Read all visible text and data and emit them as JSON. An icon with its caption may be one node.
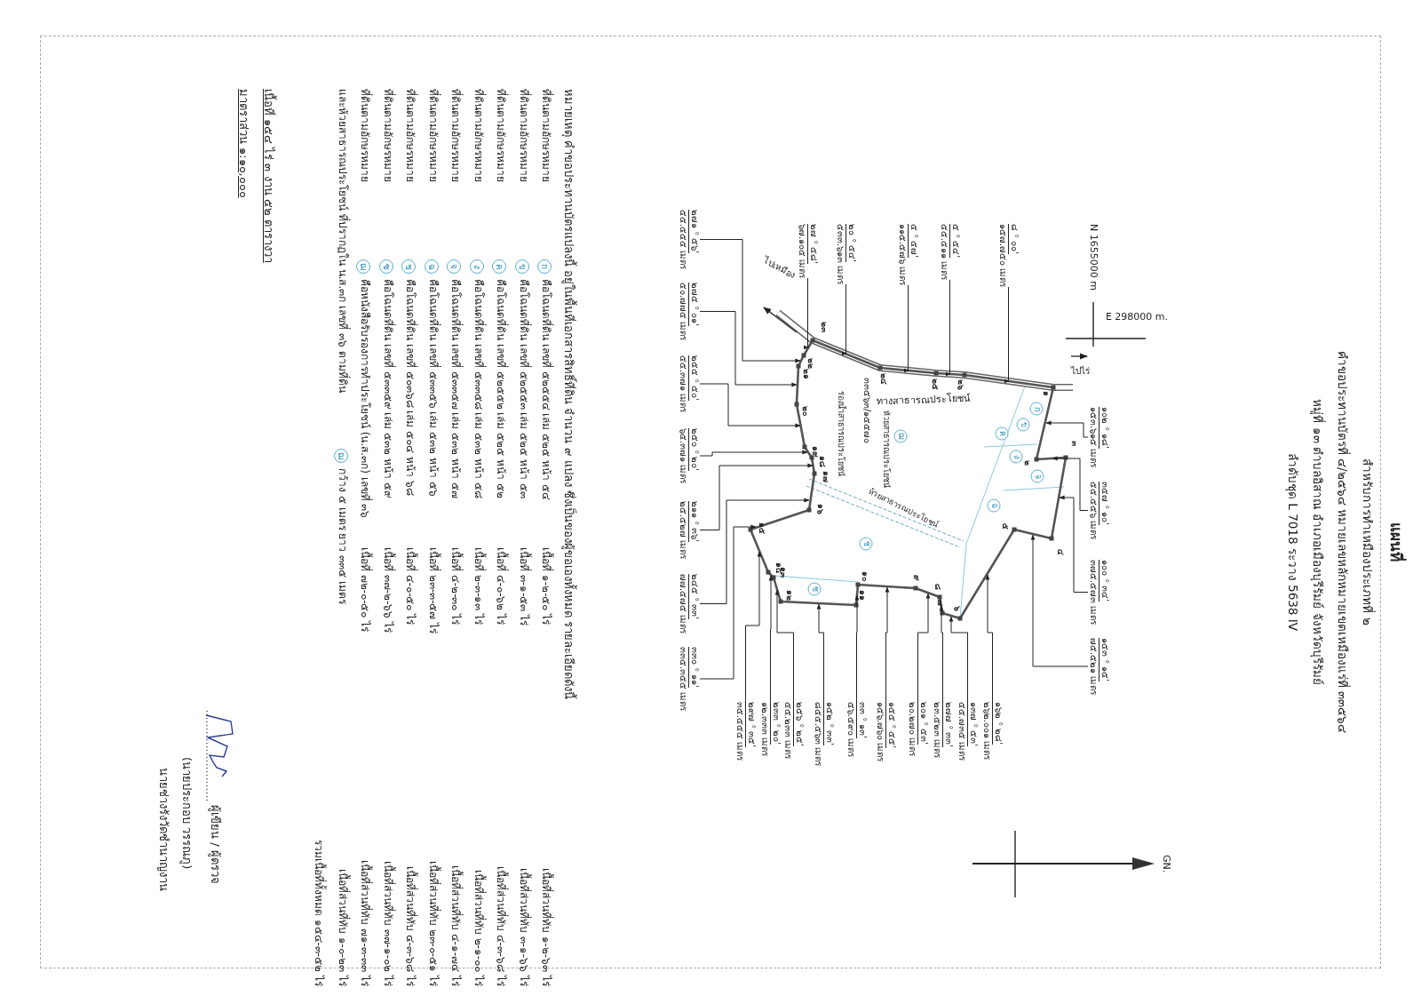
{
  "diagram": {
    "title": "แผนที่",
    "nodes": [
      {
        "text": [
          "๑๐๒ ° ๑๘'",
          "๑๕๓.๖๑๕ เมตร"
        ]
      },
      {
        "text": [
          "๓๕๗ ° ๑๐'",
          "๕๕.๕๕๖ เมตร"
        ]
      },
      {
        "text": [
          "๑๐๐ ° ๓๔'",
          "๓๗๕.๕๗๓ เมตร"
        ]
      },
      {
        "text": [
          "๑๕๓ ° ๑๕'",
          "๗๕.๕๒๑ เมตร"
        ]
      },
      {
        "text": [
          "๑๖๒ ° ๒๘'",
          "๒๖๒.๐๐๑ เมตร"
        ]
      },
      {
        "text": [
          "๑๓๗ ° ๕๓'",
          "๕๕.๗๓๕ เมตร"
        ]
      },
      {
        "text": [
          "๒๗๗ ° ๓๓'",
          "๒๓.๕๒๓ เมตร"
        ]
      },
      {
        "text": [
          "๒๐๑ ° ๕๓'",
          "๒๐.๒๗๐ เมตร"
        ]
      },
      {
        "text": [
          "๑๕๕ ° ๕๕'",
          "๑๕๖.๗๖๐ เมตร"
        ]
      },
      {
        "text": [
          "๓๓ ° ๑๓'",
          "๕๖.๕๙๐ เมตร"
        ]
      },
      {
        "text": [
          "๑๕๒ ° ๓๓'",
          "๘๕๕.๕๖๓ เมตร"
        ]
      },
      {
        "text": [
          "๒๕๖ ° ๒๕'",
          "๕๕.๒๓๓ เมตร"
        ]
      },
      {
        "text": [
          "๒๓๓ ° ๒๐'",
          "๑๒.๓๓๓ เมตร"
        ]
      },
      {
        "text": [
          "๒๙๗ ° ๓๕'",
          "๓๕.๕๕๕ เมตร"
        ]
      },
      {
        "text": [
          "๓๓๐ ° ๑๑'",
          "๓๓๕.๓๕๕ เมตร"
        ]
      },
      {
        "text": [
          "๒๔๕ ° ๓๓'",
          "๗๗.๕๗๕ เมตร"
        ]
      },
      {
        "text": [
          "๒๑๑ ° ๓๖'",
          "๒๕.๕๒๗ เมตร"
        ]
      },
      {
        "text": [
          "๒๕๐ ° ๒๐'",
          "๖๕.๓๗๑ เมตร"
        ]
      },
      {
        "text": [
          "๒๕๕ ° ๕๐'",
          "๕๕.๓๗๑ เมตร"
        ]
      },
      {
        "text": [
          "๒๗๕ ° ๐๑'",
          "๕๐.๗๗๕ เมตร"
        ]
      },
      {
        "text": [
          "๒๗๑ ° ๕๖'",
          "๕๕.๕๕๕ เมตร"
        ]
      },
      {
        "text": [
          "๒๗ ° ๕๘'",
          "๖๗.๑๐๕ เมตร"
        ]
      },
      {
        "text": [
          "๒๐ ° ๕๔'",
          "๕๓๓.๖๑๓ เมตร"
        ]
      },
      {
        "text": [
          "๕ ° ๕๗'",
          "๑๑๕.๕๗๖ เมตร"
        ]
      },
      {
        "text": [
          "๕ ° ๕๔'",
          "๕๕.๕๑๑ เมตร"
        ]
      },
      {
        "text": [
          "๘ ° ๐๐'",
          "๑๕๗.๗๕๐ เมตร"
        ]
      },
      {
        "text": [],
        "shape": "polygon"
      }
    ],
    "edges": [
      {
        "from": 0,
        "to": 26,
        "arrow": "to"
      },
      {
        "from": 1,
        "to": 26,
        "arrow": "to"
      },
      {
        "from": 2,
        "to": 26,
        "arrow": "to"
      },
      {
        "from": 3,
        "to": 26,
        "arrow": "to"
      },
      {
        "from": 4,
        "to": 26,
        "arrow": "to"
      },
      {
        "from": 5,
        "to": 26,
        "arrow": "to"
      },
      {
        "from": 6,
        "to": 26,
        "arrow": "to"
      },
      {
        "from": 7,
        "to": 26,
        "arrow": "to"
      },
      {
        "from": 8,
        "to": 26,
        "arrow": "to"
      },
      {
        "from": 9,
        "to": 26,
        "arrow": "to"
      },
      {
        "from": 10,
        "to": 26,
        "arrow": "to"
      },
      {
        "from": 11,
        "to": 26,
        "arrow": "to"
      },
      {
        "from": 12,
        "to": 26,
        "arrow": "to"
      },
      {
        "from": 13,
        "to": 26,
        "arrow": "to"
      },
      {
        "from": 14,
        "to": 26,
        "arrow": "to"
      },
      {
        "from": 15,
        "to": 26,
        "arrow": "to"
      },
      {
        "from": 16,
        "to": 26,
        "arrow": "to"
      },
      {
        "from": 17,
        "to": 26,
        "arrow": "to"
      },
      {
        "from": 18,
        "to": 26,
        "arrow": "to"
      },
      {
        "from": 19,
        "to": 26,
        "arrow": "to"
      },
      {
        "from": 20,
        "to": 26,
        "arrow": "to"
      },
      {
        "from": 21,
        "to": 26,
        "arrow": "to"
      },
      {
        "from": 22,
        "to": 26,
        "arrow": "to"
      },
      {
        "from": 23,
        "to": 26,
        "arrow": "to"
      },
      {
        "from": 24,
        "to": 26,
        "arrow": "to"
      },
      {
        "from": 25,
        "to": 26,
        "arrow": "to"
      }
    ],
    "labels": [
      "สำหรับการทำเหมืองประเภทที่ ๒",
      "คำขอประทานบัตรที่ ๔/๒๕๖๔ หมายเลขหลักหมายเขตเหมืองแร่ที่ ๓๓๕๖๔",
      "หมู่ที่ ๑๓ ตำบลอิสาณ อำเภอเมืองบุรีรัมย์ จังหวัดบุรีรัมย์",
      "ลำดับชุด L 7018 ระวาง 5638 IV",
      "E 298000 m.",
      "N 1655000 m",
      "GN.",
      "ไปไร่",
      "ทางสาธารณประโยชน์",
      "ไปเหมือง",
      "๓๓๕๖๓/๑๕๕๗๐",
      "ห้วยสาธารณประโยชน์",
      "ร่องน้ำสาธารณประโยชน์",
      "ห้วยสาธารณประโยชน์",
      "๑",
      "๒",
      "๓",
      "๔",
      "๕",
      "๖",
      "๗",
      "๘",
      "๙",
      "๑๐",
      "๑๑",
      "๑๒",
      "๑๓",
      "๑๔",
      "๑๕",
      "๑๖",
      "๑๗",
      "๑๘",
      "๑๙",
      "๒๐",
      "๒๑",
      "๒๒",
      "๒๓",
      "๒๔",
      "๒๕",
      "๒๖",
      "ก",
      "ข",
      "ค",
      "ง",
      "จ",
      "ฉ",
      "ช",
      "ซ",
      "ฌ",
      "หมายเหตุ คำขอประทานบัตรแปลงนี้ อยู่ในพื้นที่เอกสารสิทธิ์ที่ดิน จำนวน ๙ แปลง ซึ่งเป็นของผู้ขอเองทั้งหมด รายละเอียดดังนี้",
      "ที่ดินตามอักษรหมาย",
      "ก",
      "คือโฉนดที่ดิน เลขที่ ๕๒๕๕๔ เล่ม ๕๒๕ หน้า ๕๔",
      "เนื้อที่ ๑-๒-๕๐ ไร่",
      "เนื้อที่ส่วนที่ทับ ๑-๒-๖๓ ไร่",
      "ที่ดินตามอักษรหมาย",
      "ข",
      "คือโฉนดที่ดิน เลขที่ ๕๒๕๕๓ เล่ม ๕๒๕ หน้า ๕๓",
      "เนื้อที่ ๓-๑-๕๓ ไร่",
      "เนื้อที่ส่วนที่ทับ ๓-๑-๖๖ ไร่",
      "ที่ดินตามอักษรหมาย",
      "ค",
      "คือโฉนดที่ดิน เลขที่ ๕๒๕๕๒ เล่ม ๕๒๕ หน้า ๕๒",
      "เนื้อที่ ๔-๐-๖๒ ไร่",
      "เนื้อที่ส่วนที่ทับ ๔-๓-๖๘ ไร่",
      "ที่ดินตามอักษรหมาย",
      "ง",
      "คือโฉนดที่ดิน เลขที่ ๕๓๓๕๘ เล่ม ๕๓๒ หน้า ๕๘",
      "เนื้อที่ ๒-๓-๑๓ ไร่",
      "เนื้อที่ส่วนที่ทับ ๒-๑-๐๐ ไร่",
      "ที่ดินตามอักษรหมาย",
      "จ",
      "คือโฉนดที่ดิน เลขที่ ๕๓๓๕๗ เล่ม ๕๓๒ หน้า ๕๗",
      "เนื้อที่ ๔-๒-๓๐ ไร่",
      "เนื้อที่ส่วนที่ทับ ๔-๑-๗๔ ไร่",
      "ที่ดินตามอักษรหมาย",
      "ฉ",
      "คือโฉนดที่ดิน เลขที่ ๕๓๓๕๖ เล่ม ๕๓๒ หน้า ๕๖",
      "เนื้อที่ ๒๓-๓-๕๗ ไร่",
      "เนื้อที่ส่วนที่ทับ ๒๓-๐-๕๑ ไร่",
      "ที่ดินตามอักษรหมาย",
      "ช",
      "คือโฉนดที่ดิน เลขที่ ๕๐๓๖๘ เล่ม ๕๐๔ หน้า ๖๘",
      "เนื้อที่ ๔-๐-๕๐ ไร่",
      "เนื้อที่ส่วนที่ทับ ๔-๓-๖๘ ไร่",
      "ที่ดินตามอักษรหมาย",
      "ซ",
      "คือโฉนดที่ดิน เลขที่ ๕๓๓๕๙ เล่ม ๕๓๒ หน้า ๕๙",
      "เนื้อที่ ๓๗-๒-๖๖ ไร่",
      "เนื้อที่ส่วนที่ทับ ๓๗-๑-๐๒ ไร่",
      "ที่ดินตามอักษรหมาย",
      "ฌ",
      "คือหนังสือรับรองการทำประโยชน์ (น.ส.๓ก) เลขที่ ๓๖",
      "เนื้อที่ ๗๒-๐-๕๐ ไร่",
      "เนื้อที่ส่วนที่ทับ ๗๑-๓-๓๓ ไร่",
      "และห้วยสาธารณประโยชน์ ที่ปรากฏใน น.ส.๓ก เลขที่ ๓๖ ตามที่ดิน",
      "ฌ",
      "กว้าง ๕ เมตร ยาว ๓๓๕ เมตร",
      "เนื้อที่ส่วนที่ทับ ๑-๐-๒๓ ไร่",
      "รวมเนื้อที่ทั้งหมด ๑๕๔-๓-๕๒ ไร่",
      "เนื้อที่ ๑๕๔ ไร่ ๓ งาน ๕๒ ตารางวา",
      "มาตราส่วน ๑:๑๐,๐๐๐",
      "ผู้เขียน / ผู้ตรวจ",
      "(นายประกอบ วรรณภู)",
      "นายช่างรังวัดชำนาญงาน"
    ]
  }
}
